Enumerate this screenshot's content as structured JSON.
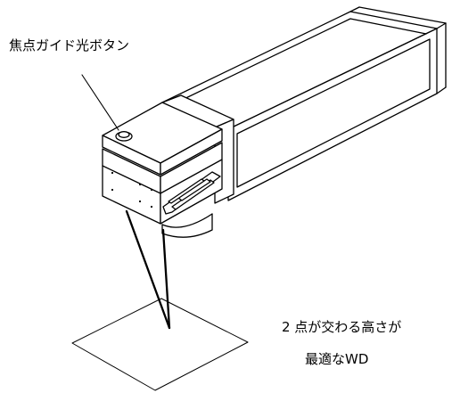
{
  "labels": {
    "focus_guide_button": "焦点ガイド光ボタン",
    "wd_line1": "2 点が交わる高さが",
    "wd_line2": "最適なWD"
  },
  "colors": {
    "line": "#000000",
    "background": "#ffffff"
  }
}
